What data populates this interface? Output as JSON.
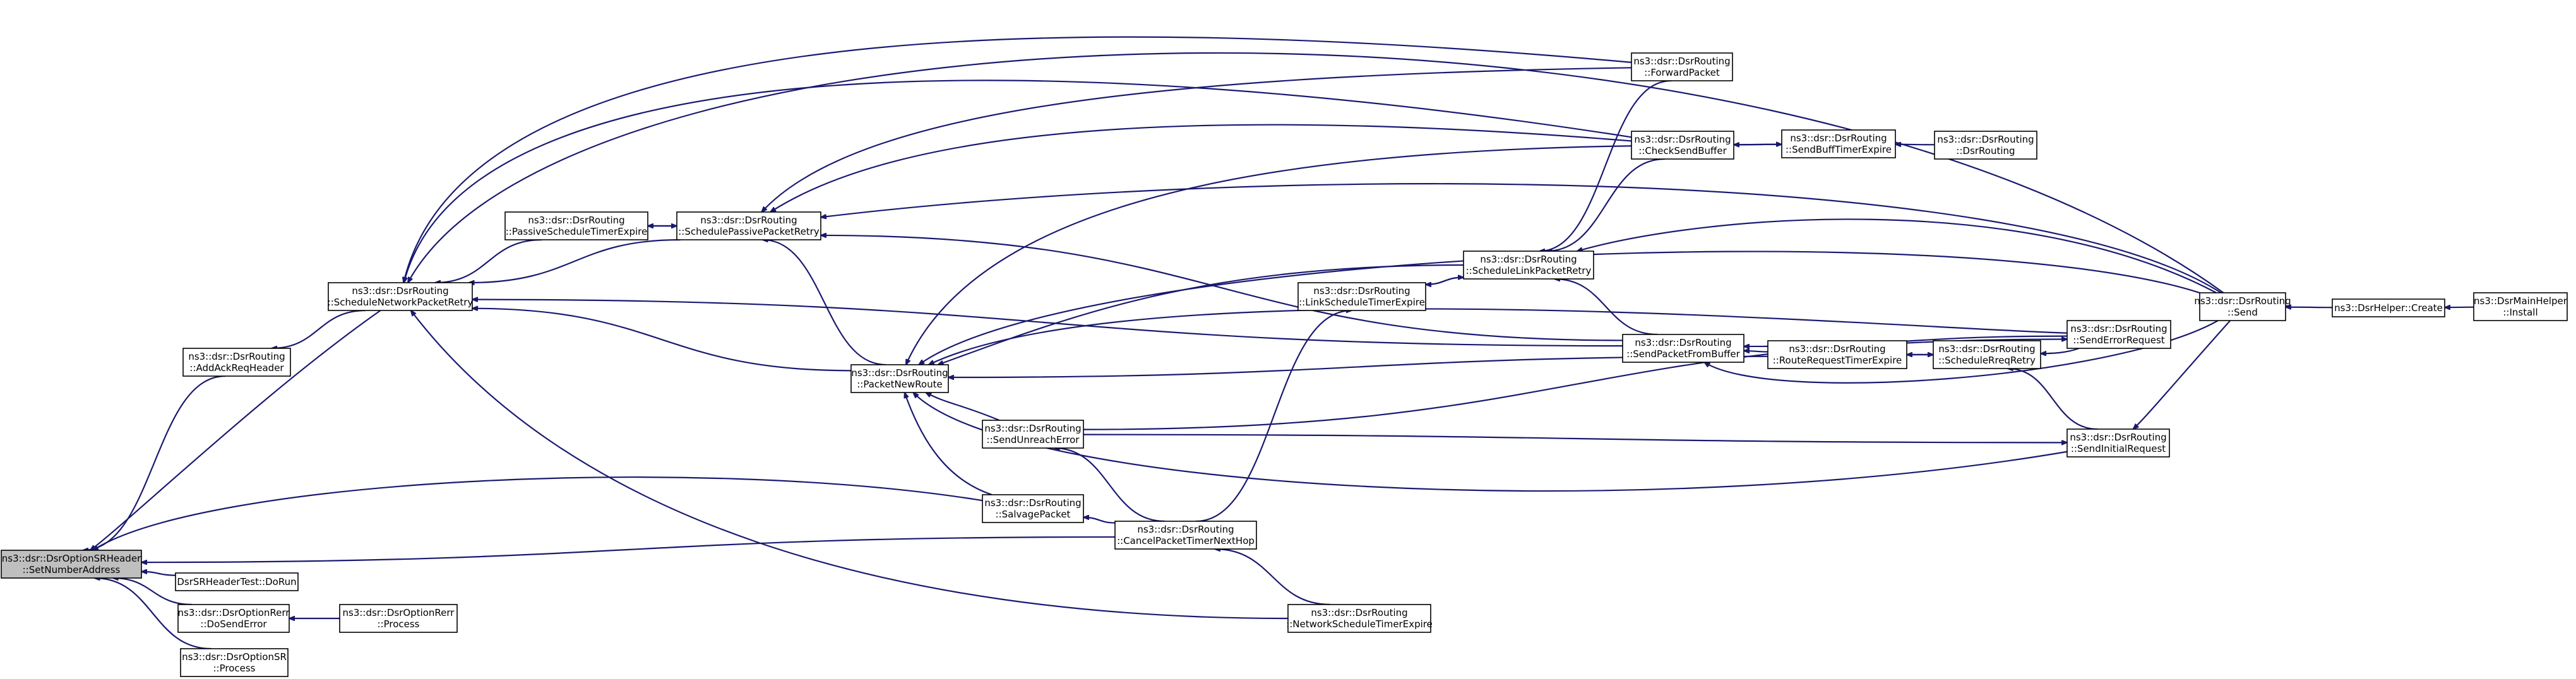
{
  "colors": {
    "edge": "#191970",
    "node_fill": "#ffffff",
    "root_fill": "#bfbfbf",
    "node_border": "#000000",
    "text": "#000000"
  },
  "nodes": {
    "setnum": {
      "lines": [
        "ns3::dsr::DsrOptionSRHeader",
        "::SetNumberAddress"
      ],
      "root": true
    },
    "addack": {
      "lines": [
        "ns3::dsr::DsrRouting",
        "::AddAckReqHeader"
      ]
    },
    "schednet": {
      "lines": [
        "ns3::dsr::DsrRouting",
        "::ScheduleNetworkPacketRetry"
      ]
    },
    "passtimer": {
      "lines": [
        "ns3::dsr::DsrRouting",
        "::PassiveScheduleTimerExpire"
      ]
    },
    "schedpass": {
      "lines": [
        "ns3::dsr::DsrRouting",
        "::SchedulePassivePacketRetry"
      ]
    },
    "pktnew": {
      "lines": [
        "ns3::dsr::DsrRouting",
        "::PacketNewRoute"
      ]
    },
    "unreach": {
      "lines": [
        "ns3::dsr::DsrRouting",
        "::SendUnreachError"
      ]
    },
    "salvage": {
      "lines": [
        "ns3::dsr::DsrRouting",
        "::SalvagePacket"
      ]
    },
    "cancel": {
      "lines": [
        "ns3::dsr::DsrRouting",
        "::CancelPacketTimerNextHop"
      ]
    },
    "nettimer": {
      "lines": [
        "ns3::dsr::DsrRouting",
        "::NetworkScheduleTimerExpire"
      ]
    },
    "linktimer": {
      "lines": [
        "ns3::dsr::DsrRouting",
        "::LinkScheduleTimerExpire"
      ]
    },
    "schedlink": {
      "lines": [
        "ns3::dsr::DsrRouting",
        "::ScheduleLinkPacketRetry"
      ]
    },
    "forward": {
      "lines": [
        "ns3::dsr::DsrRouting",
        "::ForwardPacket"
      ]
    },
    "checkbuf": {
      "lines": [
        "ns3::dsr::DsrRouting",
        "::CheckSendBuffer"
      ]
    },
    "buftimer": {
      "lines": [
        "ns3::dsr::DsrRouting",
        "::SendBuffTimerExpire"
      ]
    },
    "dsrrout": {
      "lines": [
        "ns3::dsr::DsrRouting",
        "::DsrRouting"
      ]
    },
    "sendfrom": {
      "lines": [
        "ns3::dsr::DsrRouting",
        "::SendPacketFromBuffer"
      ]
    },
    "routereq": {
      "lines": [
        "ns3::dsr::DsrRouting",
        "::RouteRequestTimerExpire"
      ]
    },
    "schedreq": {
      "lines": [
        "ns3::dsr::DsrRouting",
        "::ScheduleRreqRetry"
      ]
    },
    "senderr": {
      "lines": [
        "ns3::dsr::DsrRouting",
        "::SendErrorRequest"
      ]
    },
    "initreq": {
      "lines": [
        "ns3::dsr::DsrRouting",
        "::SendInitialRequest"
      ]
    },
    "send": {
      "lines": [
        "ns3::dsr::DsrRouting",
        "::Send"
      ]
    },
    "create": {
      "lines": [
        "ns3::DsrHelper::Create"
      ]
    },
    "install": {
      "lines": [
        "ns3::DsrMainHelper",
        "::Install"
      ]
    },
    "dorun": {
      "lines": [
        "DsrSRHeaderTest::DoRun"
      ]
    },
    "dosenderr": {
      "lines": [
        "ns3::dsr::DsrOptionRerr",
        "::DoSendError"
      ]
    },
    "rerrproc": {
      "lines": [
        "ns3::dsr::DsrOptionRerr",
        "::Process"
      ]
    },
    "srproc": {
      "lines": [
        "ns3::dsr::DsrOptionSR",
        "::Process"
      ]
    }
  },
  "edges": [
    [
      "addack",
      "setnum"
    ],
    [
      "schednet",
      "setnum"
    ],
    [
      "salvage",
      "setnum"
    ],
    [
      "cancel",
      "setnum"
    ],
    [
      "dorun",
      "setnum"
    ],
    [
      "dosenderr",
      "setnum"
    ],
    [
      "srproc",
      "setnum"
    ],
    [
      "schednet",
      "addack"
    ],
    [
      "passtimer",
      "schednet"
    ],
    [
      "schedpass",
      "schednet"
    ],
    [
      "pktnew",
      "schednet"
    ],
    [
      "sendfrom",
      "schednet"
    ],
    [
      "forward",
      "schednet"
    ],
    [
      "checkbuf",
      "schednet"
    ],
    [
      "send",
      "schednet"
    ],
    [
      "nettimer",
      "schednet"
    ],
    [
      "schedpass",
      "passtimer"
    ],
    [
      "passtimer",
      "schedpass"
    ],
    [
      "checkbuf",
      "schedpass"
    ],
    [
      "forward",
      "schedpass"
    ],
    [
      "send",
      "schedpass"
    ],
    [
      "sendfrom",
      "schedpass"
    ],
    [
      "pktnew",
      "schedpass"
    ],
    [
      "checkbuf",
      "pktnew"
    ],
    [
      "schedlink",
      "pktnew"
    ],
    [
      "senderr",
      "pktnew"
    ],
    [
      "routereq",
      "pktnew"
    ],
    [
      "unreach",
      "pktnew"
    ],
    [
      "salvage",
      "pktnew"
    ],
    [
      "initreq",
      "pktnew"
    ],
    [
      "send",
      "pktnew"
    ],
    [
      "send",
      "schedlink"
    ],
    [
      "cancel",
      "unreach"
    ],
    [
      "cancel",
      "salvage"
    ],
    [
      "cancel",
      "linktimer"
    ],
    [
      "nettimer",
      "cancel"
    ],
    [
      "schedlink",
      "linktimer"
    ],
    [
      "linktimer",
      "schedlink"
    ],
    [
      "checkbuf",
      "schedlink"
    ],
    [
      "forward",
      "schedlink"
    ],
    [
      "sendfrom",
      "schedlink"
    ],
    [
      "buftimer",
      "checkbuf"
    ],
    [
      "checkbuf",
      "buftimer"
    ],
    [
      "dsrrout",
      "buftimer"
    ],
    [
      "routereq",
      "sendfrom"
    ],
    [
      "senderr",
      "sendfrom"
    ],
    [
      "send",
      "sendfrom"
    ],
    [
      "schedreq",
      "routereq"
    ],
    [
      "routereq",
      "schedreq"
    ],
    [
      "senderr",
      "schedreq"
    ],
    [
      "initreq",
      "schedreq"
    ],
    [
      "unreach",
      "senderr"
    ],
    [
      "unreach",
      "initreq"
    ],
    [
      "send",
      "initreq"
    ],
    [
      "create",
      "send"
    ],
    [
      "install",
      "create"
    ],
    [
      "rerrproc",
      "dosenderr"
    ]
  ]
}
